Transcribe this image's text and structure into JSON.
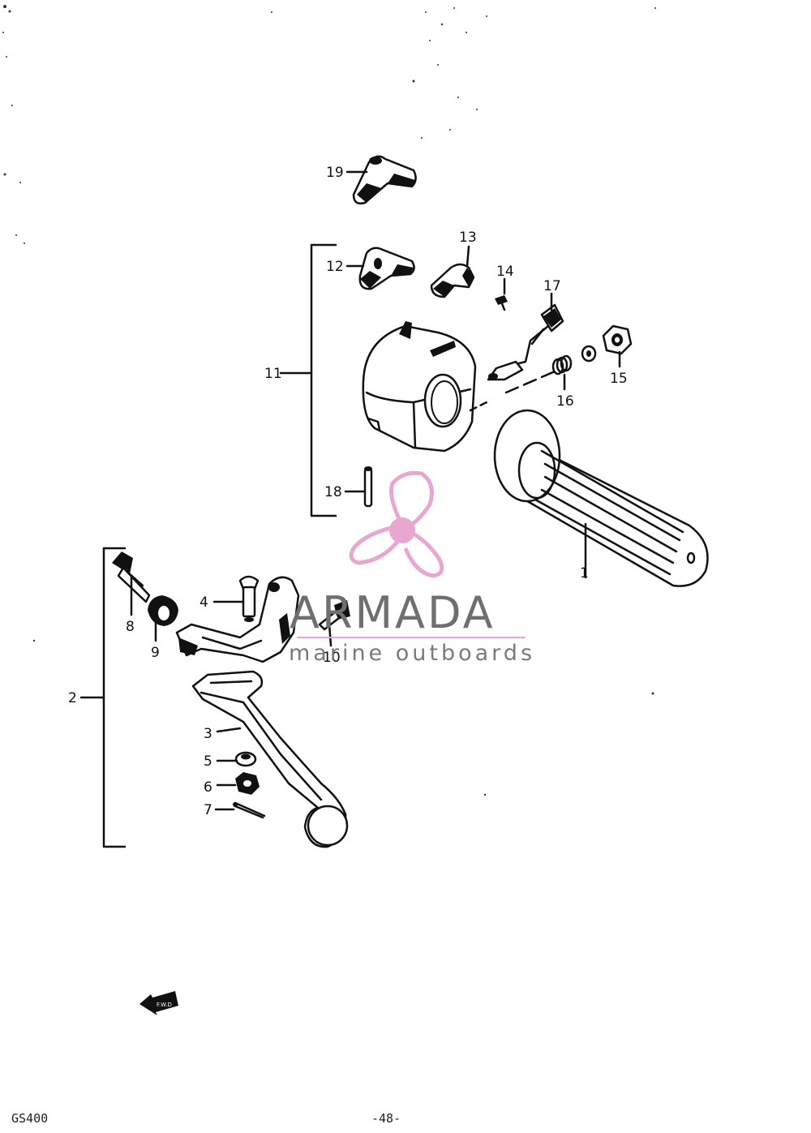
{
  "callouts": [
    {
      "id": "1",
      "label": "1"
    },
    {
      "id": "2",
      "label": "2"
    },
    {
      "id": "3",
      "label": "3"
    },
    {
      "id": "4",
      "label": "4"
    },
    {
      "id": "5",
      "label": "5"
    },
    {
      "id": "6",
      "label": "6"
    },
    {
      "id": "7",
      "label": "7"
    },
    {
      "id": "8",
      "label": "8"
    },
    {
      "id": "9",
      "label": "9"
    },
    {
      "id": "10",
      "label": "10"
    },
    {
      "id": "11",
      "label": "11"
    },
    {
      "id": "12",
      "label": "12"
    },
    {
      "id": "13",
      "label": "13"
    },
    {
      "id": "14",
      "label": "14"
    },
    {
      "id": "15",
      "label": "15"
    },
    {
      "id": "16",
      "label": "16"
    },
    {
      "id": "17",
      "label": "17"
    },
    {
      "id": "18",
      "label": "18"
    },
    {
      "id": "19",
      "label": "19"
    }
  ],
  "watermark": {
    "title": "ARMADA",
    "subtitle": "marine outboards",
    "accent_color": "#e9a6cf",
    "text_color": "#6f6f6f"
  },
  "footer": {
    "model_code": "GS400",
    "page_number": "-48-"
  },
  "direction_badge": {
    "label": "F.W.D",
    "icon": "arrow-left-icon"
  }
}
